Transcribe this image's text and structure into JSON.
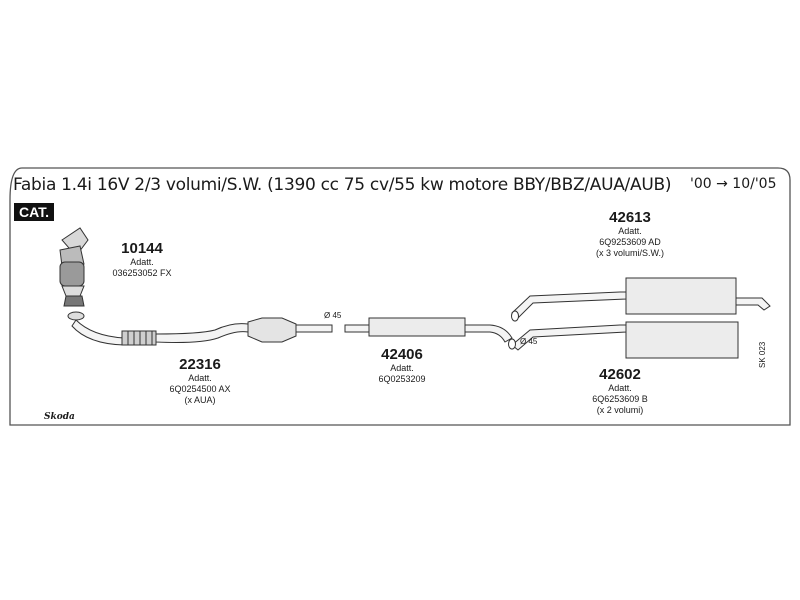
{
  "header": {
    "title": "Fabia 1.4i 16V 2/3 volumi/S.W. (1390 cc 75 cv/55 kw motore BBY/BBZ/AUA/AUB)",
    "years": "'00 → 10/'05",
    "cat_badge": "CAT."
  },
  "parts": [
    {
      "code": "10144",
      "lines": [
        "Adatt.",
        "036253052 FX"
      ]
    },
    {
      "code": "22316",
      "lines": [
        "Adatt.",
        "6Q0254500 AX",
        "(x AUA)"
      ]
    },
    {
      "code": "42406",
      "lines": [
        "Adatt.",
        "6Q0253209"
      ]
    },
    {
      "code": "42613",
      "lines": [
        "Adatt.",
        "6Q9253609 AD",
        "(x 3 volumi/S.W.)"
      ]
    },
    {
      "code": "42602",
      "lines": [
        "Adatt.",
        "6Q6253609 B",
        "(x 2 volumi)"
      ]
    }
  ],
  "diameters": [
    "Ø 45",
    "Ø 45"
  ],
  "sheet_code": "SK 023",
  "logo_text": "Skoda"
}
